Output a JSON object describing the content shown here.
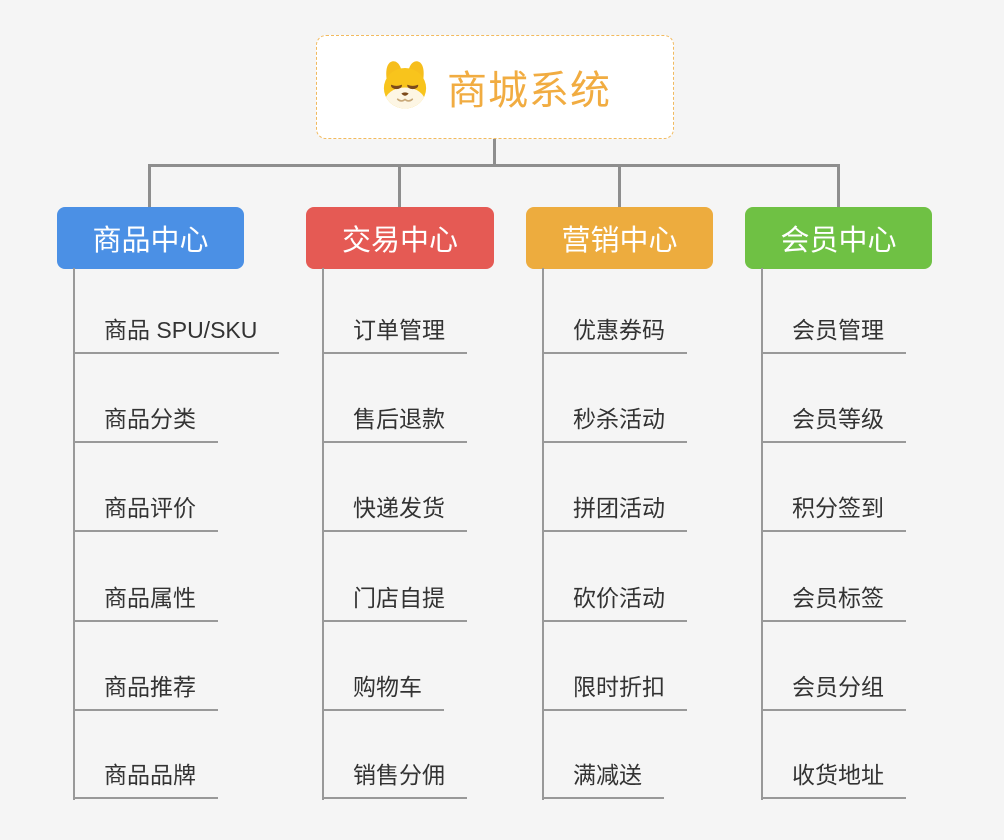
{
  "page": {
    "background": "#f5f5f5",
    "connector_color": "#8E8E8E"
  },
  "root": {
    "title": "商城系统",
    "icon": "dog-face-icon",
    "title_color": "#F1AC41",
    "border_color": "#F2BA5E"
  },
  "branches": [
    {
      "label": "商品中心",
      "color": "#4B90E5",
      "children": [
        "商品 SPU/SKU",
        "商品分类",
        "商品评价",
        "商品属性",
        "商品推荐",
        "商品品牌"
      ]
    },
    {
      "label": "交易中心",
      "color": "#E55A54",
      "children": [
        "订单管理",
        "售后退款",
        "快递发货",
        "门店自提",
        "购物车",
        "销售分佣"
      ]
    },
    {
      "label": "营销中心",
      "color": "#EDAC3E",
      "children": [
        "优惠券码",
        "秒杀活动",
        "拼团活动",
        "砍价活动",
        "限时折扣",
        "满减送"
      ]
    },
    {
      "label": "会员中心",
      "color": "#6FC144",
      "children": [
        "会员管理",
        "会员等级",
        "积分签到",
        "会员标签",
        "会员分组",
        "收货地址"
      ]
    }
  ]
}
